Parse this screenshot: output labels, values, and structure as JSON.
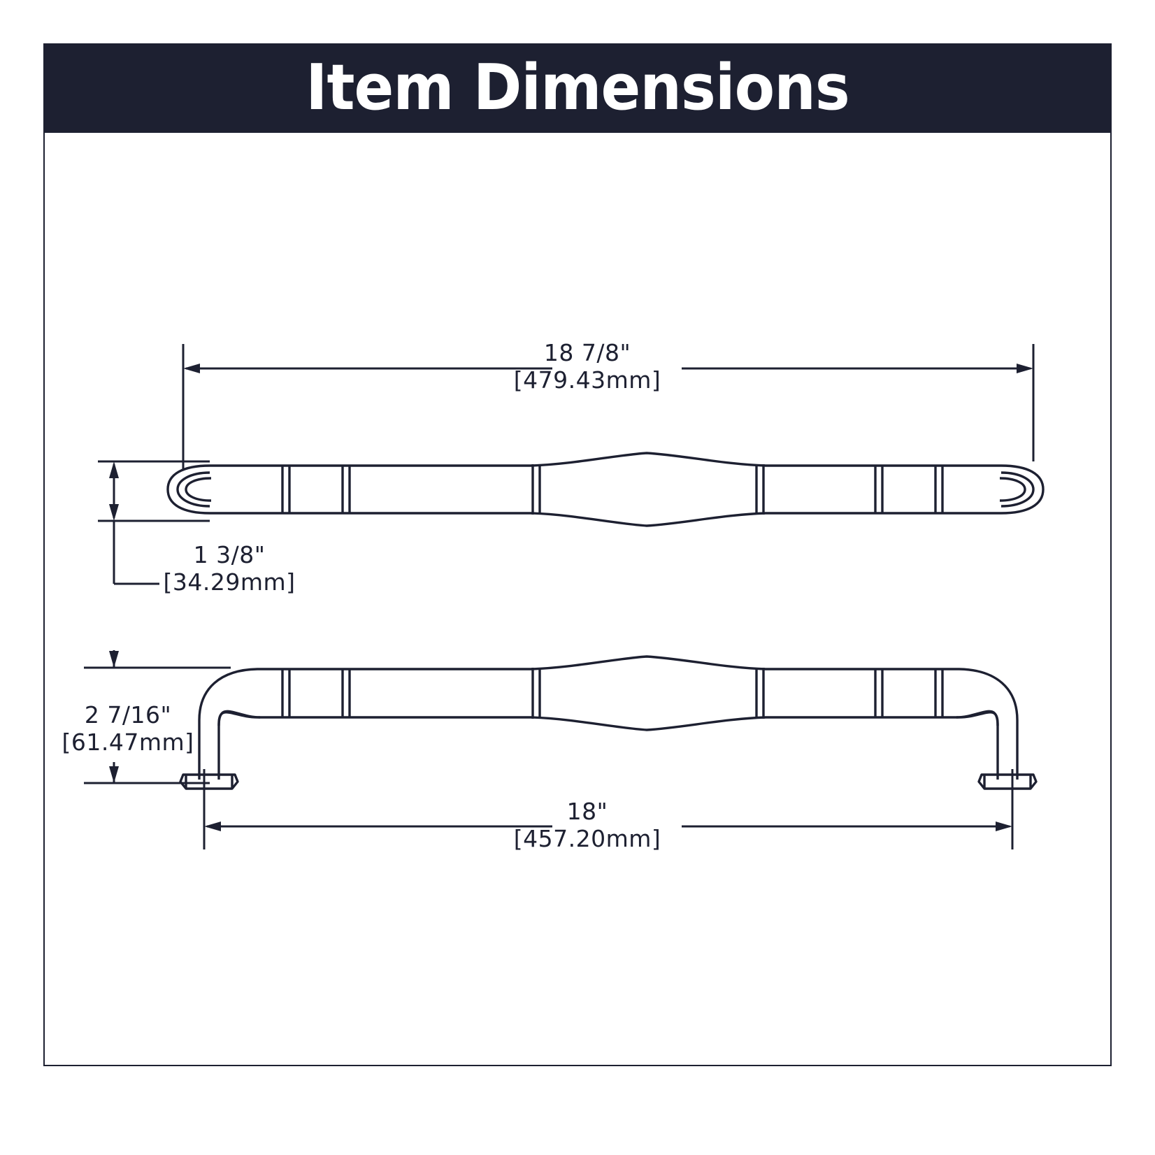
{
  "header": {
    "title": "Item Dimensions",
    "background_color": "#1d2031",
    "text_color": "#ffffff"
  },
  "drawing": {
    "line_color": "#1d2031",
    "frame_color": "#1d2031",
    "background_color": "#ffffff",
    "views": [
      {
        "name": "top-view",
        "description": "overhead view of appliance pull handle with rounded ends, decorative rings and center bulge"
      },
      {
        "name": "side-view",
        "description": "profile view of appliance pull handle with curved elbows and mounting feet"
      }
    ]
  },
  "dimensions": {
    "overall_length": {
      "name": "overall-length-dimension",
      "inches": "18 7/8\"",
      "millimeters": "[479.43mm]"
    },
    "bar_diameter": {
      "name": "bar-height-dimension",
      "inches": "1 3/8\"",
      "millimeters": "[34.29mm]"
    },
    "projection": {
      "name": "projection-dimension",
      "inches": "2 7/16\"",
      "millimeters": "[61.47mm]"
    },
    "center_to_center": {
      "name": "center-to-center-dimension",
      "inches": "18\"",
      "millimeters": "[457.20mm]"
    }
  }
}
